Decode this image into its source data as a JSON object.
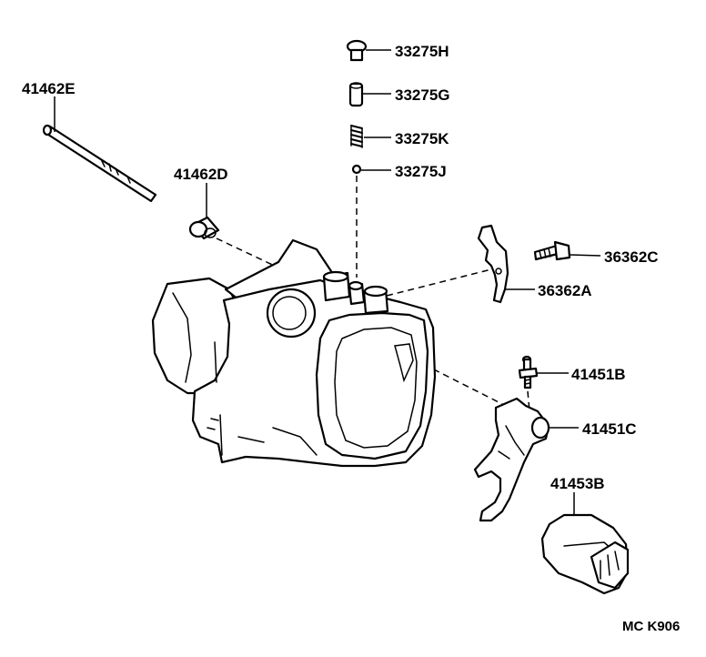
{
  "parts": [
    {
      "id": "p1",
      "number": "41462E"
    },
    {
      "id": "p2",
      "number": "33275H"
    },
    {
      "id": "p3",
      "number": "33275G"
    },
    {
      "id": "p4",
      "number": "33275K"
    },
    {
      "id": "p5",
      "number": "33275J"
    },
    {
      "id": "p6",
      "number": "41462D"
    },
    {
      "id": "p7",
      "number": "36362C"
    },
    {
      "id": "p8",
      "number": "36362A"
    },
    {
      "id": "p9",
      "number": "41451B"
    },
    {
      "id": "p10",
      "number": "41451C"
    },
    {
      "id": "p11",
      "number": "41453B"
    }
  ],
  "diagram_code": "MC K906"
}
